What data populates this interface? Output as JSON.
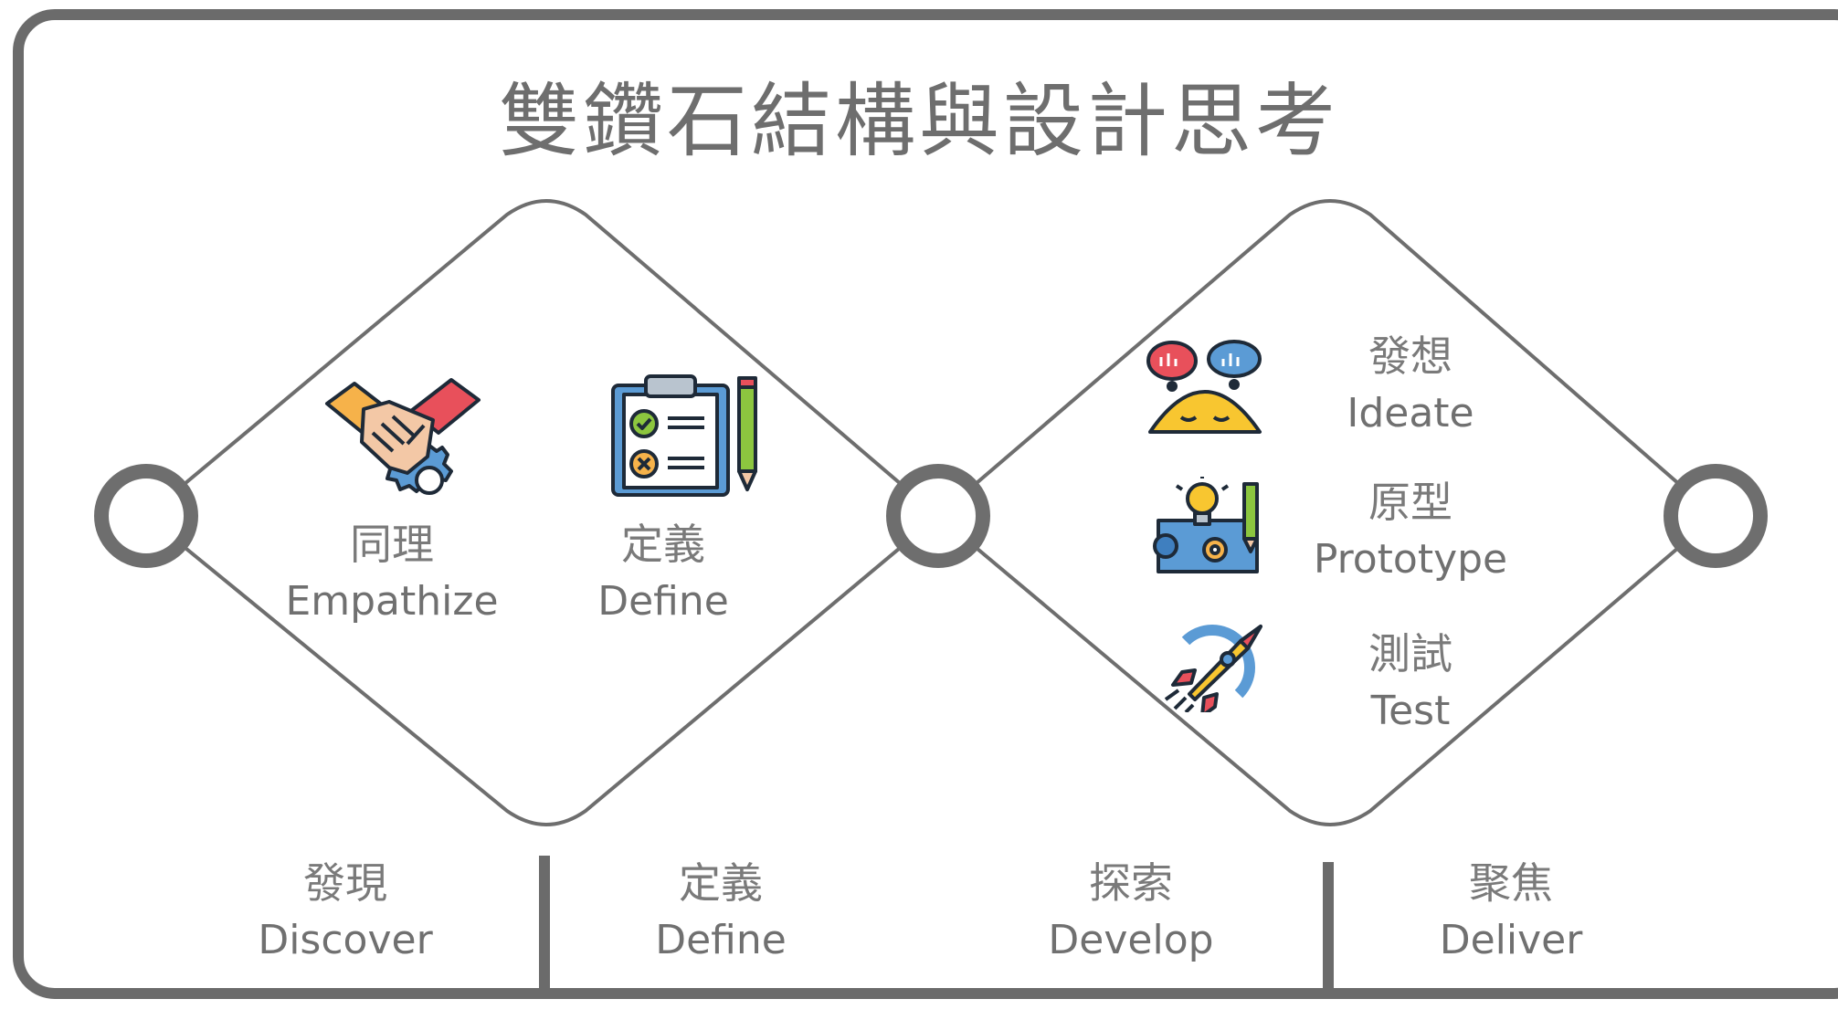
{
  "title": "雙鑽石結構與設計思考",
  "diamonds": [
    {
      "steps": [
        {
          "zh": "同理",
          "en": "Empathize",
          "icon": "handshake-gear-icon"
        },
        {
          "zh": "定義",
          "en": "Define",
          "icon": "clipboard-checklist-icon"
        }
      ]
    },
    {
      "steps": [
        {
          "zh": "發想",
          "en": "Ideate",
          "icon": "thought-bubbles-icon"
        },
        {
          "zh": "原型",
          "en": "Prototype",
          "icon": "blueprint-lightbulb-icon"
        },
        {
          "zh": "測試",
          "en": "Test",
          "icon": "rocket-icon"
        }
      ]
    }
  ],
  "phases": [
    {
      "zh": "發現",
      "en": "Discover"
    },
    {
      "zh": "定義",
      "en": "Define"
    },
    {
      "zh": "探索",
      "en": "Develop"
    },
    {
      "zh": "聚焦",
      "en": "Deliver"
    }
  ],
  "colors": {
    "frame": "#6b6b6b",
    "diamond_stroke": "#6e6e6e",
    "text": "#757575"
  }
}
